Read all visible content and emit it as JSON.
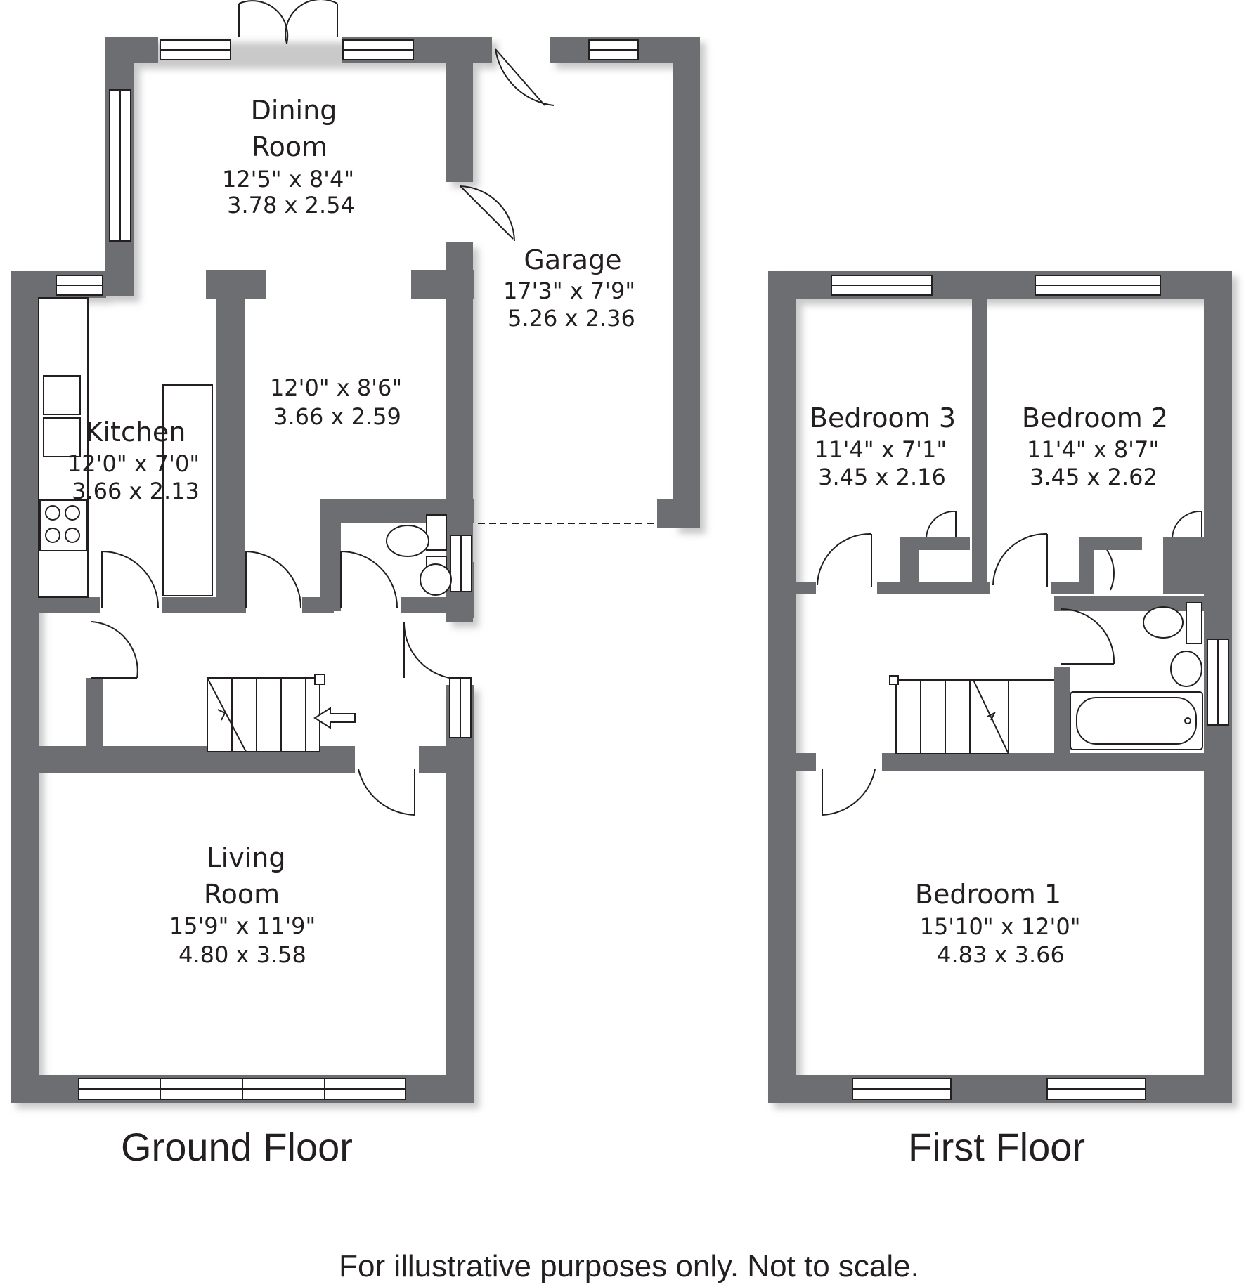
{
  "floors": {
    "ground": {
      "title": "Ground Floor",
      "dining": {
        "name_line1": "Dining",
        "name_line2": "Room",
        "dim_imperial": "12'5\" x 8'4\"",
        "dim_metric": "3.78 x 2.54"
      },
      "garage": {
        "name": "Garage",
        "dim_imperial": "17'3\" x 7'9\"",
        "dim_metric": "5.26 x 2.36"
      },
      "middle_room": {
        "dim_imperial": "12'0\" x 8'6\"",
        "dim_metric": "3.66 x 2.59"
      },
      "kitchen": {
        "name": "Kitchen",
        "dim_imperial": "12'0\" x 7'0\"",
        "dim_metric": "3.66 x 2.13"
      },
      "living": {
        "name_line1": "Living",
        "name_line2": "Room",
        "dim_imperial": "15'9\" x 11'9\"",
        "dim_metric": "4.80 x 3.58"
      }
    },
    "first": {
      "title": "First Floor",
      "bedroom3": {
        "name": "Bedroom 3",
        "dim_imperial": "11'4\" x 7'1\"",
        "dim_metric": "3.45 x 2.16"
      },
      "bedroom2": {
        "name": "Bedroom 2",
        "dim_imperial": "11'4\" x 8'7\"",
        "dim_metric": "3.45 x 2.62"
      },
      "bedroom1": {
        "name": "Bedroom 1",
        "dim_imperial": "15'10\" x 12'0\"",
        "dim_metric": "4.83 x 3.66"
      }
    }
  },
  "disclaimer": "For illustrative purposes only. Not to scale.",
  "colors": {
    "wall": "#6d6e71",
    "wall_shadow": "#c9c9c9",
    "text": "#231f20",
    "line": "#231f20"
  }
}
